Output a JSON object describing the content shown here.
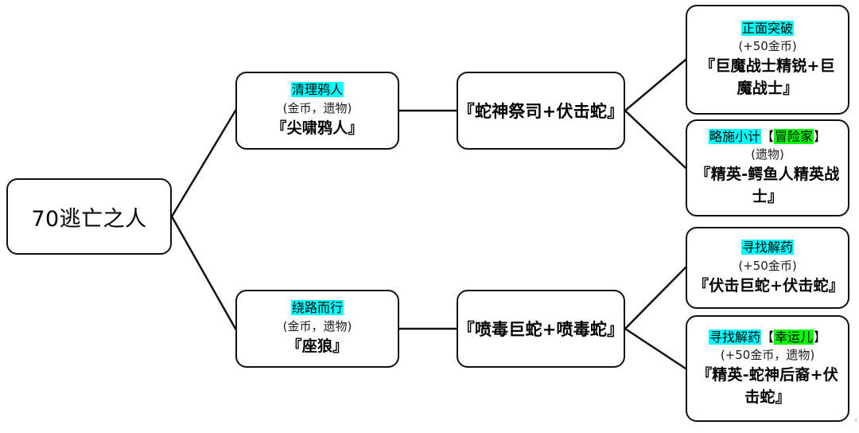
{
  "diagram": {
    "type": "decision-tree",
    "title_text": "70逃亡之人",
    "colors": {
      "highlight_primary": "#00ffff",
      "highlight_secondary": "#00ff00",
      "node_border": "#111111",
      "background": "#ffffff"
    },
    "root": {
      "label": "70逃亡之人"
    },
    "branch_upper": {
      "choice": {
        "option": "清理鸦人",
        "reward": "(金币，遗物)",
        "encounter": "『尖啸鸦人』"
      },
      "stage": {
        "encounter": "『蛇神祭司+伏击蛇』"
      },
      "outcomes": [
        {
          "option": "正面突破",
          "perk": "",
          "reward": "(+50金币)",
          "encounter": "『巨魔战士精锐+巨魔战士』"
        },
        {
          "option": "略施小计",
          "perk": "冒险家",
          "perk_open": "【",
          "perk_close": "】",
          "reward": "(遗物)",
          "encounter": "『精英-鳄鱼人精英战士』"
        }
      ]
    },
    "branch_lower": {
      "choice": {
        "option": "绕路而行",
        "reward": "(金币，遗物)",
        "encounter": "『座狼』"
      },
      "stage": {
        "encounter": "『喷毒巨蛇+喷毒蛇』"
      },
      "outcomes": [
        {
          "option": "寻找解药",
          "perk": "",
          "reward": "(+50金币)",
          "encounter": "『伏击巨蛇+伏击蛇』"
        },
        {
          "option": "寻找解药",
          "perk": "幸运儿",
          "perk_open": "【",
          "perk_close": "】",
          "reward": "(+50金币，遗物)",
          "encounter": "『精英-蛇神后裔+伏击蛇』"
        }
      ]
    },
    "corner_marker": "‹"
  }
}
